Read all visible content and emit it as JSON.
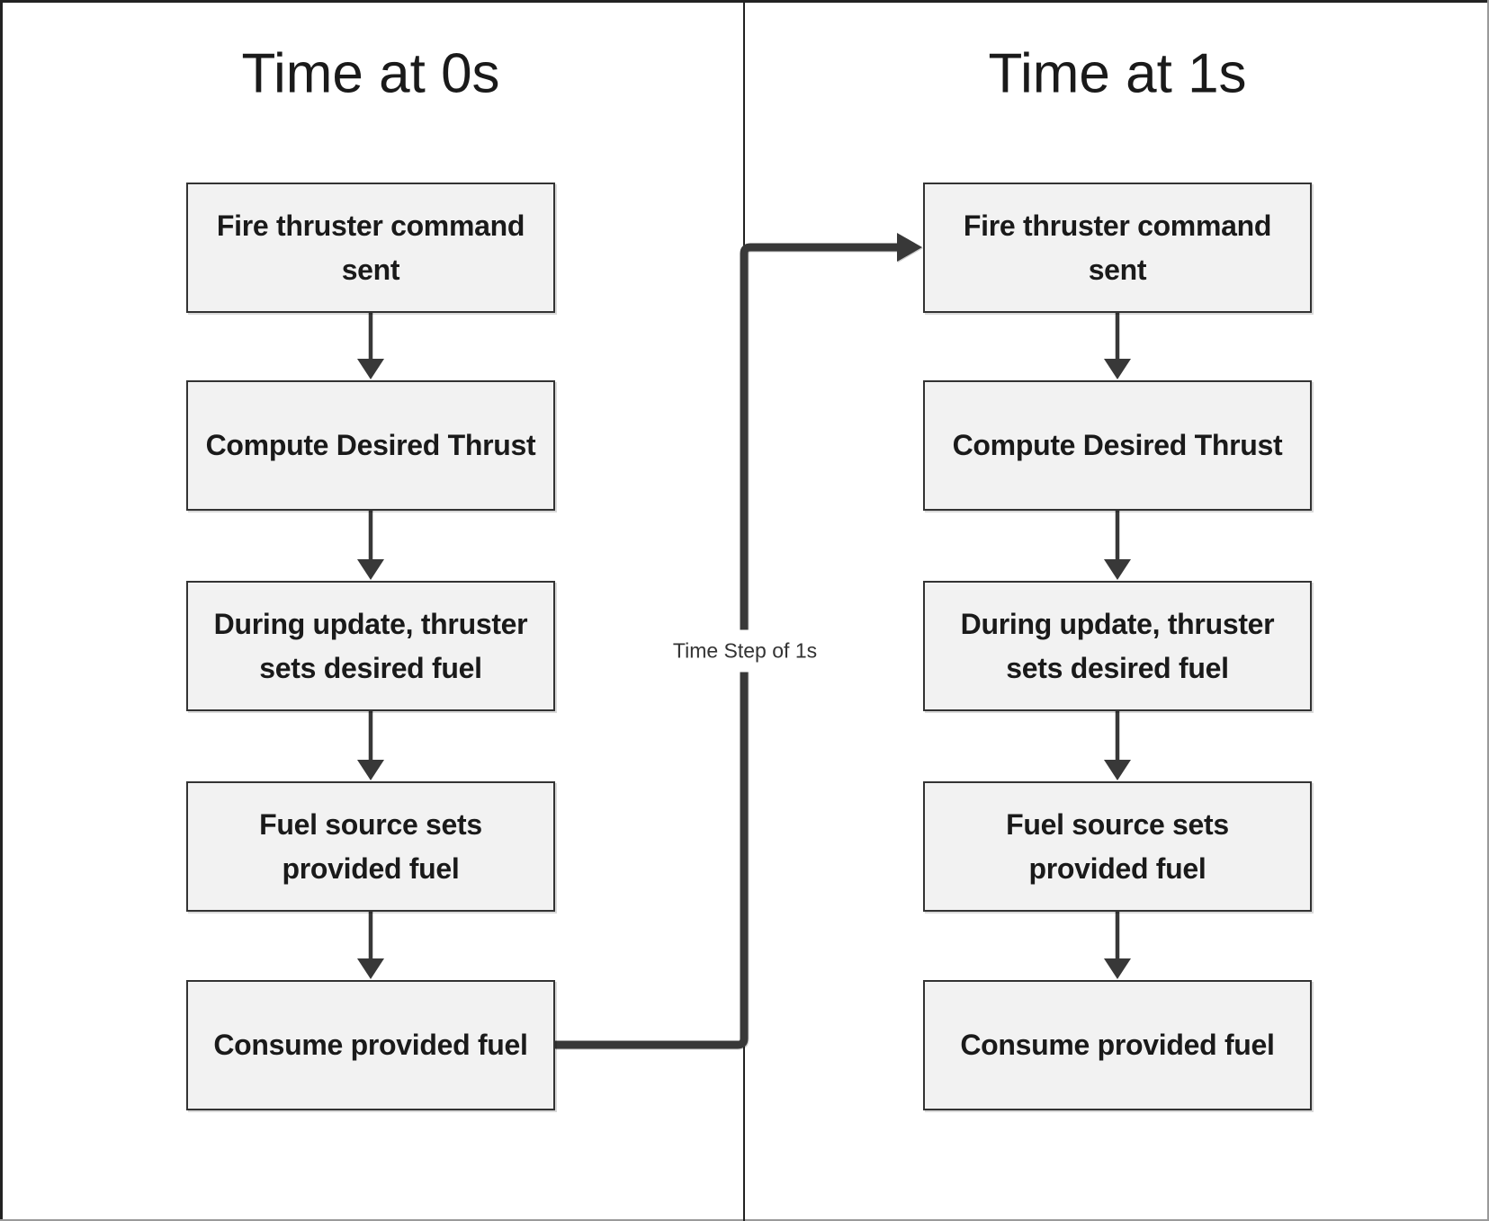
{
  "diagram": {
    "panels": [
      {
        "title": "Time at 0s",
        "nodes": [
          "Fire thruster command\nsent",
          "Compute Desired Thrust",
          "During update, thruster\nsets desired fuel",
          "Fuel source sets\nprovided fuel",
          "Consume provided fuel"
        ]
      },
      {
        "title": "Time at 1s",
        "nodes": [
          "Fire thruster command\nsent",
          "Compute Desired Thrust",
          "During update, thruster\nsets desired fuel",
          "Fuel source sets\nprovided fuel",
          "Consume provided fuel"
        ]
      }
    ],
    "edge_label": "Time Step of 1s",
    "colors": {
      "background": "#ffffff",
      "node_fill": "#f2f2f2",
      "node_border": "#333333",
      "node_text": "#1a1a1a",
      "title_text": "#1a1a1a",
      "arrow": "#383838",
      "edge_label_text": "#333333",
      "divider": "#222222"
    }
  }
}
